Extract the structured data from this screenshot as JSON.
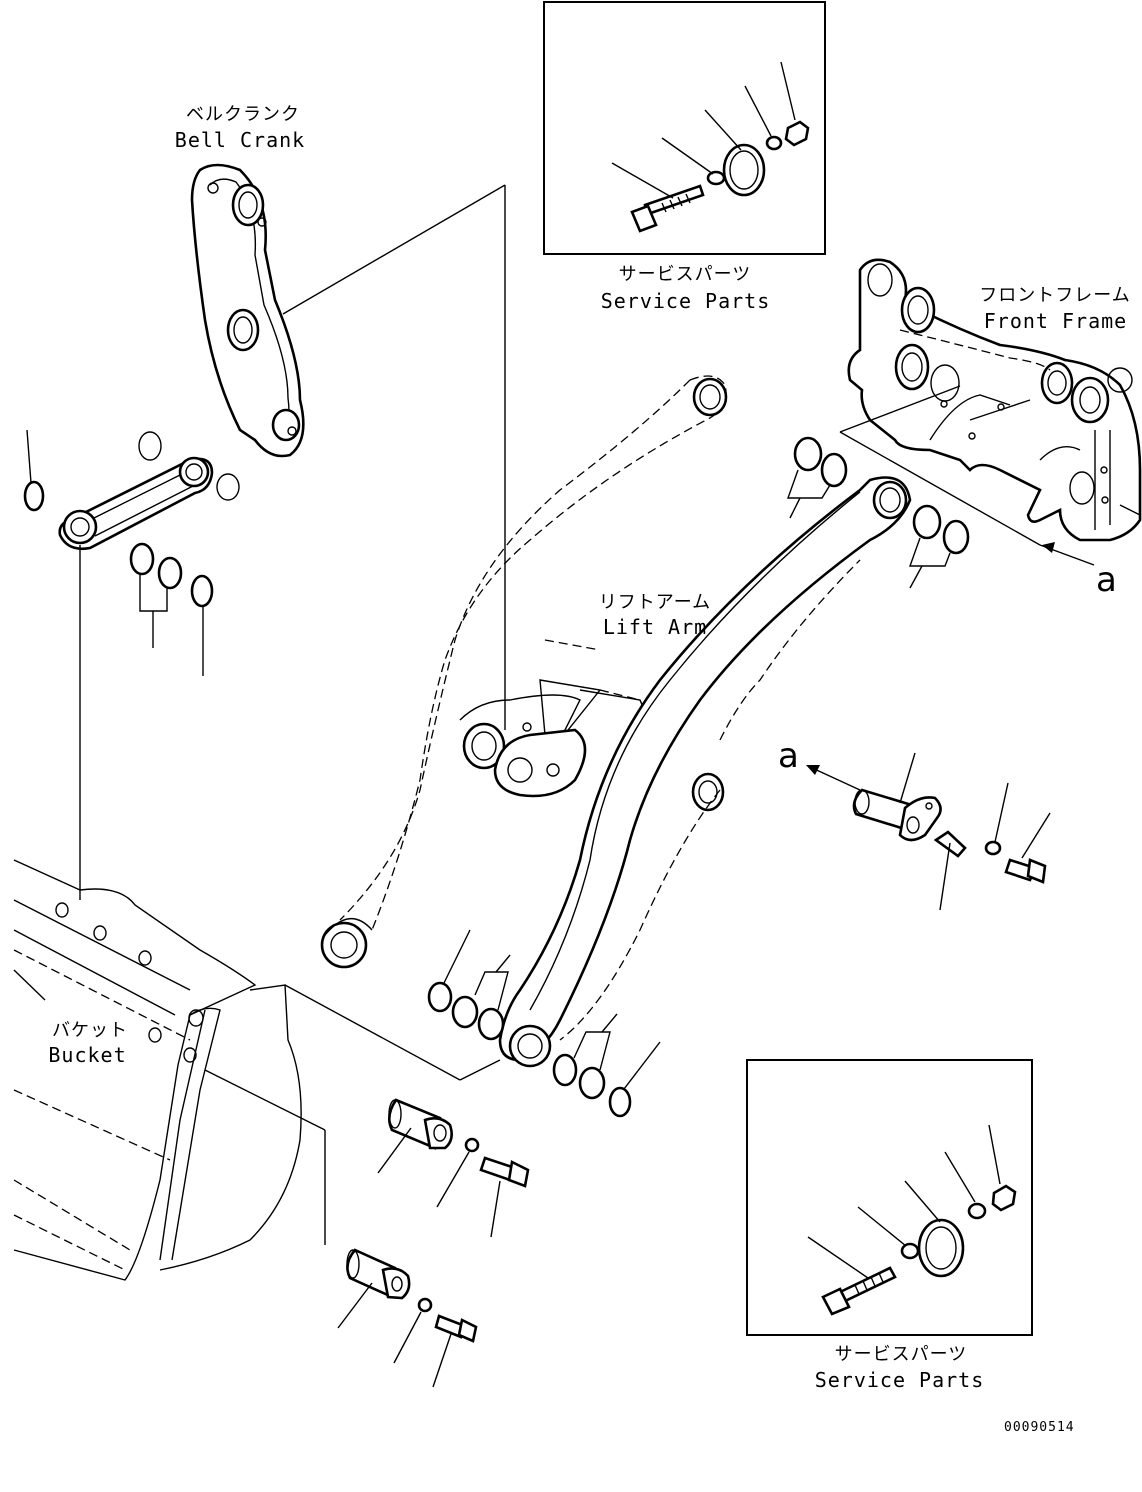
{
  "labels": {
    "bell_crank_jp": "ベルクランク",
    "bell_crank_en": "Bell Crank",
    "front_frame_jp": "フロントフレーム",
    "front_frame_en": "Front Frame",
    "lift_arm_jp": "リフトアーム",
    "lift_arm_en": "Lift Arm",
    "bucket_jp": "バケット",
    "bucket_en": "Bucket",
    "service_parts_top_jp": "サービスパーツ",
    "service_parts_top_en": "Service Parts",
    "service_parts_bottom_jp": "サービスパーツ",
    "service_parts_bottom_en": "Service Parts"
  },
  "refs": {
    "ref_right": "a",
    "ref_left": "a"
  },
  "drawing_code": "00090514"
}
